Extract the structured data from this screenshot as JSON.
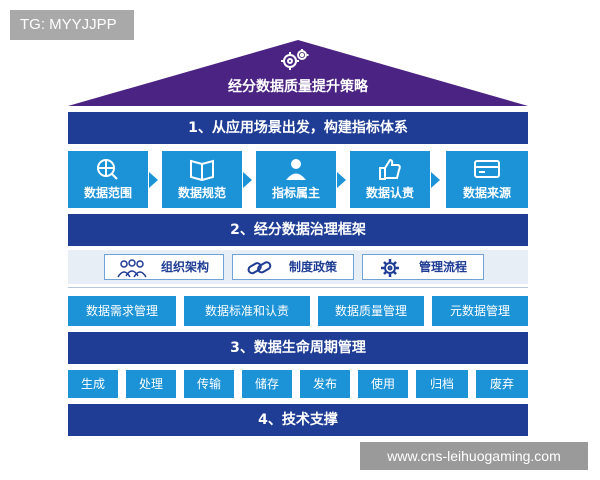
{
  "watermark_tag": "TG: MYYJJPP",
  "footer_tag": "www.cns-leihuogaming.com",
  "roof_title": "经分数据质量提升策略",
  "band1": "1、从应用场景出发，构建指标体系",
  "tiles": [
    {
      "label": "数据范围",
      "icon": "search-globe-icon"
    },
    {
      "label": "数据规范",
      "icon": "book-icon"
    },
    {
      "label": "指标属主",
      "icon": "person-icon"
    },
    {
      "label": "数据认责",
      "icon": "thumbs-up-icon"
    },
    {
      "label": "数据来源",
      "icon": "card-icon"
    }
  ],
  "band2": "2、经分数据治理框架",
  "policies": [
    {
      "label": "组织架构",
      "icon": "people-group-icon"
    },
    {
      "label": "制度政策",
      "icon": "link-icon"
    },
    {
      "label": "管理流程",
      "icon": "gear-icon"
    }
  ],
  "management": [
    "数据需求管理",
    "数据标准和认责",
    "数据质量管理",
    "元数据管理"
  ],
  "band3": "3、数据生命周期管理",
  "stages": [
    "生成",
    "处理",
    "传输",
    "储存",
    "发布",
    "使用",
    "归档",
    "废弃"
  ],
  "band4": "4、技术支撑",
  "colors": {
    "dark_blue": "#1f3d95",
    "tile_blue": "#1d93d7",
    "roof_purple": "#4b2383"
  }
}
